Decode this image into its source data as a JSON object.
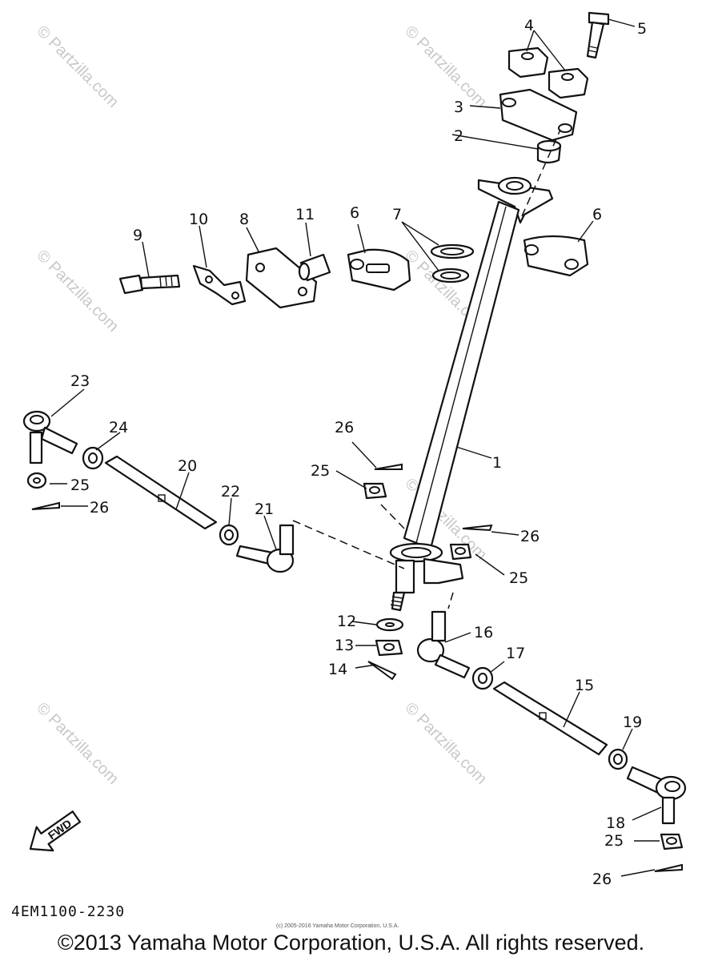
{
  "diagram": {
    "callouts": {
      "p1": "1",
      "p2": "2",
      "p3": "3",
      "p4": "4",
      "p5": "5",
      "p6a": "6",
      "p6b": "6",
      "p7": "7",
      "p8": "8",
      "p9": "9",
      "p10": "10",
      "p11": "11",
      "p12": "12",
      "p13": "13",
      "p14": "14",
      "p15": "15",
      "p16": "16",
      "p17": "17",
      "p18": "18",
      "p19": "19",
      "p20": "20",
      "p21": "21",
      "p22": "22",
      "p23": "23",
      "p24": "24",
      "p25a": "25",
      "p25b": "25",
      "p25c": "25",
      "p25d": "25",
      "p26a": "26",
      "p26b": "26",
      "p26c": "26",
      "p26d": "26"
    },
    "fwd_label": "FWD",
    "watermark": "© Partzilla.com",
    "drawing_code": "4EM1100-2230"
  },
  "footer": {
    "credit_small": "(c) 2005-2016 Yamaha Motor Corporation, U.S.A.",
    "copyright": "©2013 Yamaha Motor Corporation, U.S.A. All rights reserved."
  }
}
